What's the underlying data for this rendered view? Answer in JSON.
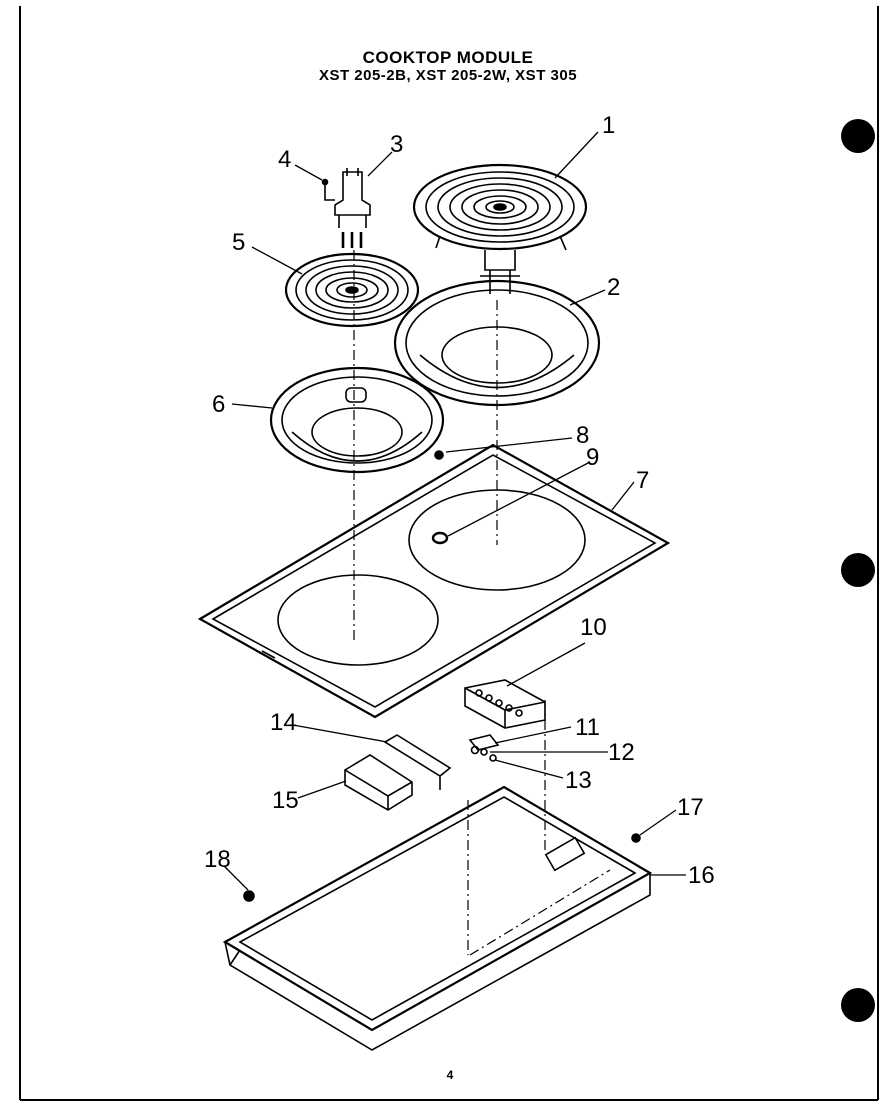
{
  "title": "COOKTOP MODULE",
  "subtitle": "XST 205-2B, XST 205-2W, XST 305",
  "page_number": "4",
  "callouts": [
    "1",
    "2",
    "3",
    "4",
    "5",
    "6",
    "7",
    "8",
    "9",
    "10",
    "11",
    "12",
    "13",
    "14",
    "15",
    "16",
    "17",
    "18"
  ],
  "colors": {
    "ink": "#000000",
    "paper": "#ffffff"
  }
}
